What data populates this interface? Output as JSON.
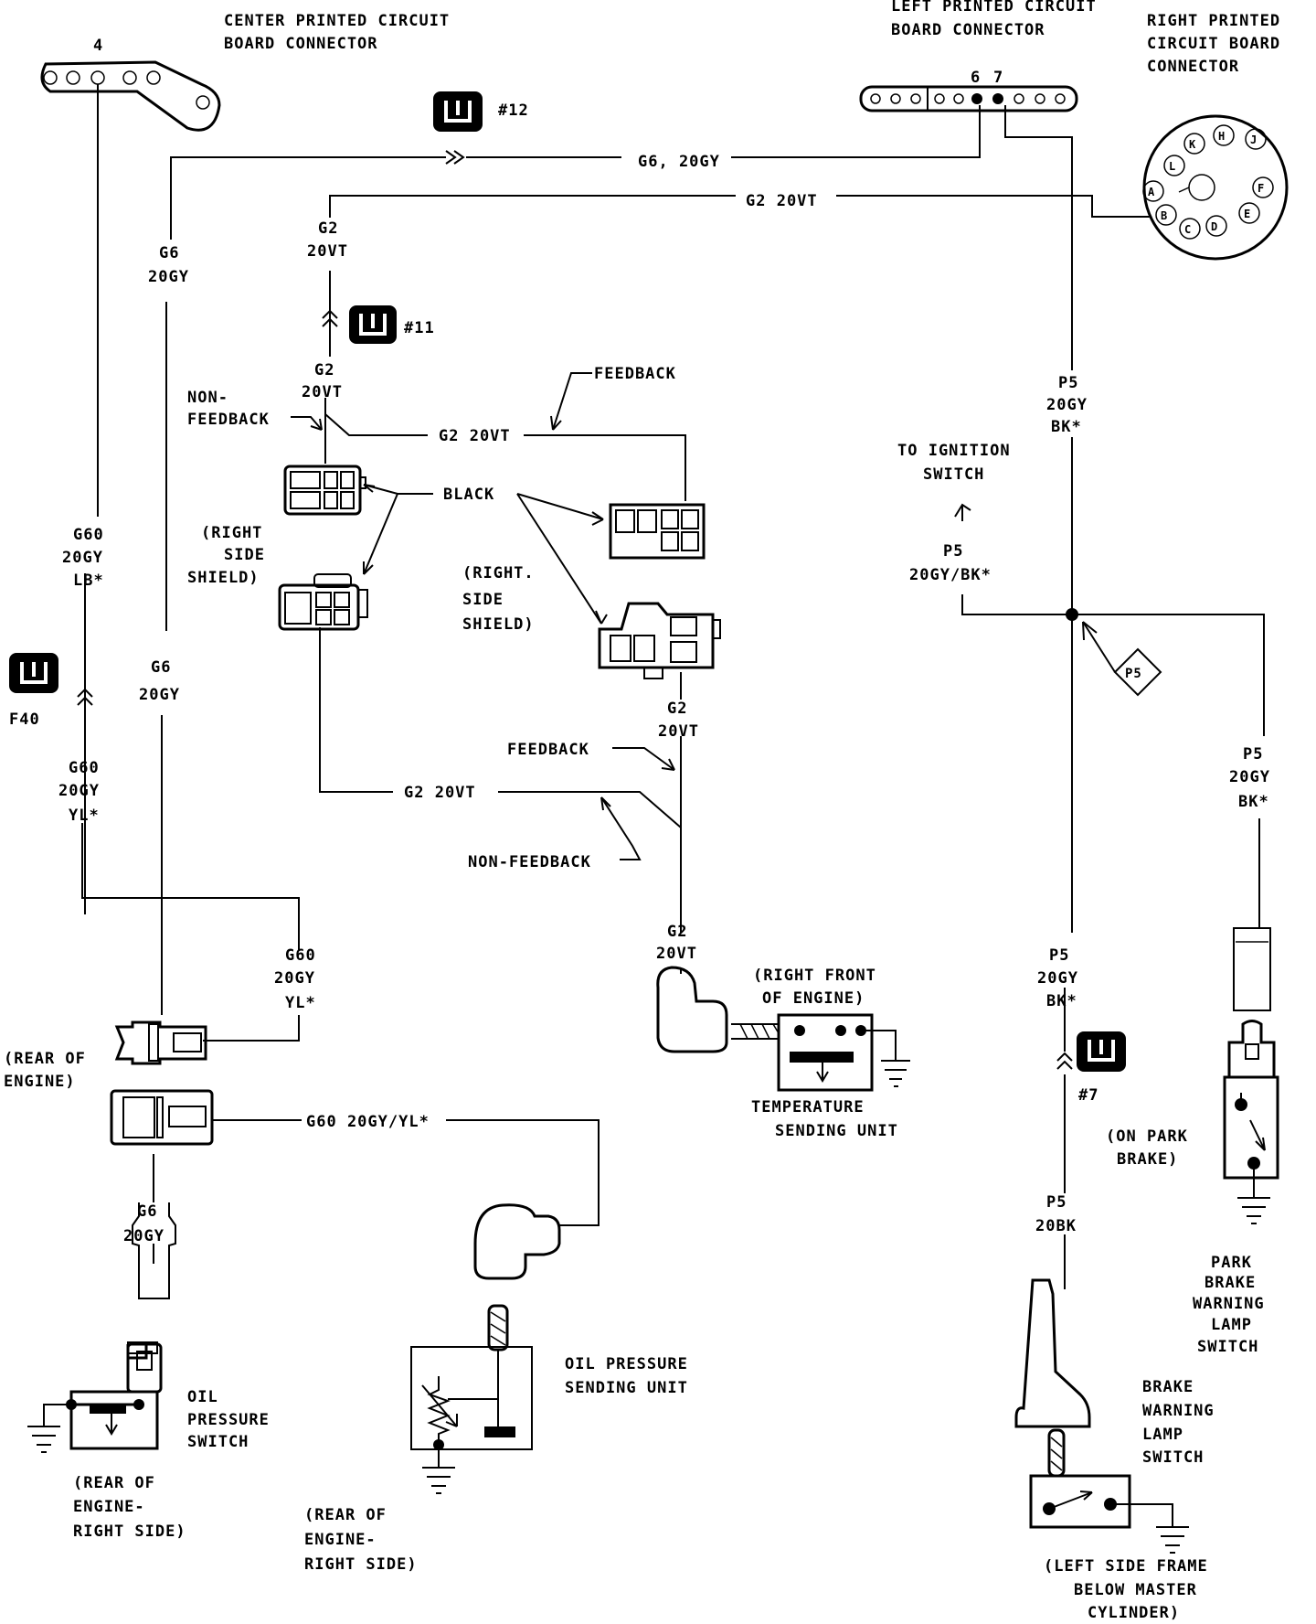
{
  "labels": {
    "center_pcb": [
      "CENTER PRINTED CIRCUIT",
      "BOARD CONNECTOR"
    ],
    "center_pin": "4",
    "left_pcb": [
      "LEFT PRINTED CIRCUIT",
      "BOARD CONNECTOR"
    ],
    "left_pin_6": "6",
    "left_pin_7": "7",
    "right_pcb": [
      "RIGHT PRINTED",
      "CIRCUIT BOARD",
      "CONNECTOR"
    ],
    "right_pins": [
      "J",
      "H",
      "K",
      "L",
      "A",
      "B",
      "C",
      "D",
      "E",
      "F"
    ],
    "splice_12": "#12",
    "splice_11": "#11",
    "splice_7": "#7",
    "splice_f40": "F40",
    "g6_top": "G6, 20GY",
    "g2_top": "G2  20VT",
    "g6_left_upper": [
      "G6",
      "20GY"
    ],
    "g2_upper": [
      "G2",
      "20VT"
    ],
    "g2_mid": [
      "G2",
      "20VT"
    ],
    "non_feedback_1": [
      "NON-",
      "FEEDBACK"
    ],
    "feedback_1": "FEEDBACK",
    "g2_horiz_1": "G2  20VT",
    "black": "BLACK",
    "right_side_shield_1": [
      "(RIGHT",
      "SIDE",
      "SHIELD)"
    ],
    "right_side_shield_2": [
      "(RIGHT.",
      "SIDE",
      "SHIELD)"
    ],
    "g60_upper": [
      "G60",
      "20GY",
      "LB*"
    ],
    "g6_left_lower": [
      "G6",
      "20GY"
    ],
    "g60_lower": [
      "G60",
      "20GY",
      "YL*"
    ],
    "g2_after_conn": [
      "G2",
      "20VT"
    ],
    "feedback_2": "FEEDBACK",
    "g2_horiz_2": "G2  20VT",
    "non_feedback_2": "NON-FEEDBACK",
    "g2_lower": [
      "G2",
      "20VT"
    ],
    "g60_right": [
      "G60",
      "20GY",
      "YL*"
    ],
    "rear_of_engine": [
      "(REAR OF",
      "ENGINE)"
    ],
    "right_front_engine": [
      "(RIGHT FRONT",
      "OF ENGINE)"
    ],
    "temp_sending_unit": [
      "TEMPERATURE",
      "SENDING UNIT"
    ],
    "g60_bottom": "G60  20GY/YL*",
    "g6_bottom": [
      "G6",
      "20GY"
    ],
    "oil_pressure_switch": [
      "OIL",
      "PRESSURE",
      "SWITCH"
    ],
    "rear_right_1": [
      "(REAR OF",
      "ENGINE-",
      "RIGHT SIDE)"
    ],
    "oil_pressure_unit": [
      "OIL PRESSURE",
      "SENDING UNIT"
    ],
    "rear_right_2": [
      "(REAR OF",
      "ENGINE-",
      "RIGHT SIDE)"
    ],
    "p5_upper": [
      "P5",
      "20GY",
      "BK*"
    ],
    "to_ignition": [
      "TO IGNITION",
      "SWITCH"
    ],
    "p5_ign": [
      "P5",
      "20GY/BK*"
    ],
    "p5_diamond": "P5",
    "p5_right": [
      "P5",
      "20GY",
      "BK*"
    ],
    "p5_mid": [
      "P5",
      "20GY",
      "BK*"
    ],
    "on_park_brake": [
      "(ON PARK",
      "BRAKE)"
    ],
    "p5_lower": [
      "P5",
      "20BK"
    ],
    "park_brake_switch": [
      "PARK",
      "BRAKE",
      "WARNING",
      "LAMP",
      "SWITCH"
    ],
    "brake_warning_switch": [
      "BRAKE",
      "WARNING",
      "LAMP",
      "SWITCH"
    ],
    "left_side_frame": [
      "(LEFT SIDE FRAME",
      "BELOW MASTER",
      "CYLINDER)"
    ]
  }
}
